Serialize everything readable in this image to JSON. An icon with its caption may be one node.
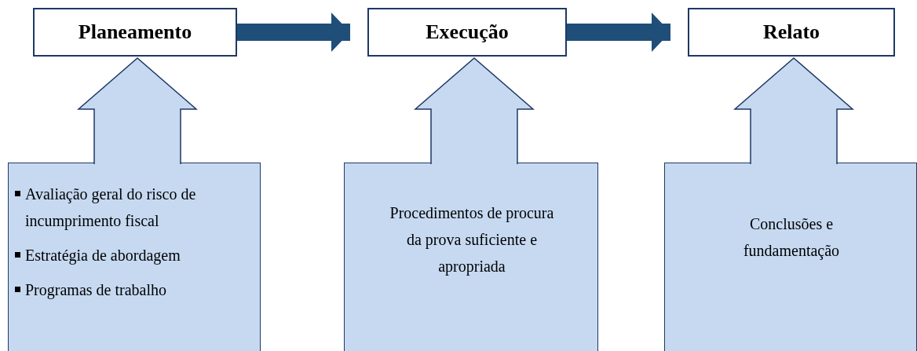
{
  "diagram": {
    "nodes": [
      {
        "text": [
          "Planeamento"
        ]
      },
      {
        "text": [
          "Execução"
        ]
      },
      {
        "text": [
          "Relato"
        ]
      },
      {
        "text": [
          "Avaliação geral do risco de incumprimento fiscal",
          "Estratégia de abordagem",
          "Programas de trabalho"
        ]
      },
      {
        "text": [
          "Procedimentos de procura da prova suficiente e apropriada"
        ]
      },
      {
        "text": [
          "Conclusões e fundamentação"
        ]
      }
    ],
    "edges": [
      {
        "from": 0,
        "to": 1,
        "arrow": "to",
        "color": "#1f4e79"
      },
      {
        "from": 1,
        "to": 2,
        "arrow": "to",
        "color": "#1f4e79"
      },
      {
        "from": 3,
        "to": 0,
        "arrow": "to",
        "style": "thick"
      },
      {
        "from": 4,
        "to": 1,
        "arrow": "to",
        "style": "thick"
      },
      {
        "from": 5,
        "to": 2,
        "arrow": "to",
        "style": "thick"
      }
    ]
  }
}
